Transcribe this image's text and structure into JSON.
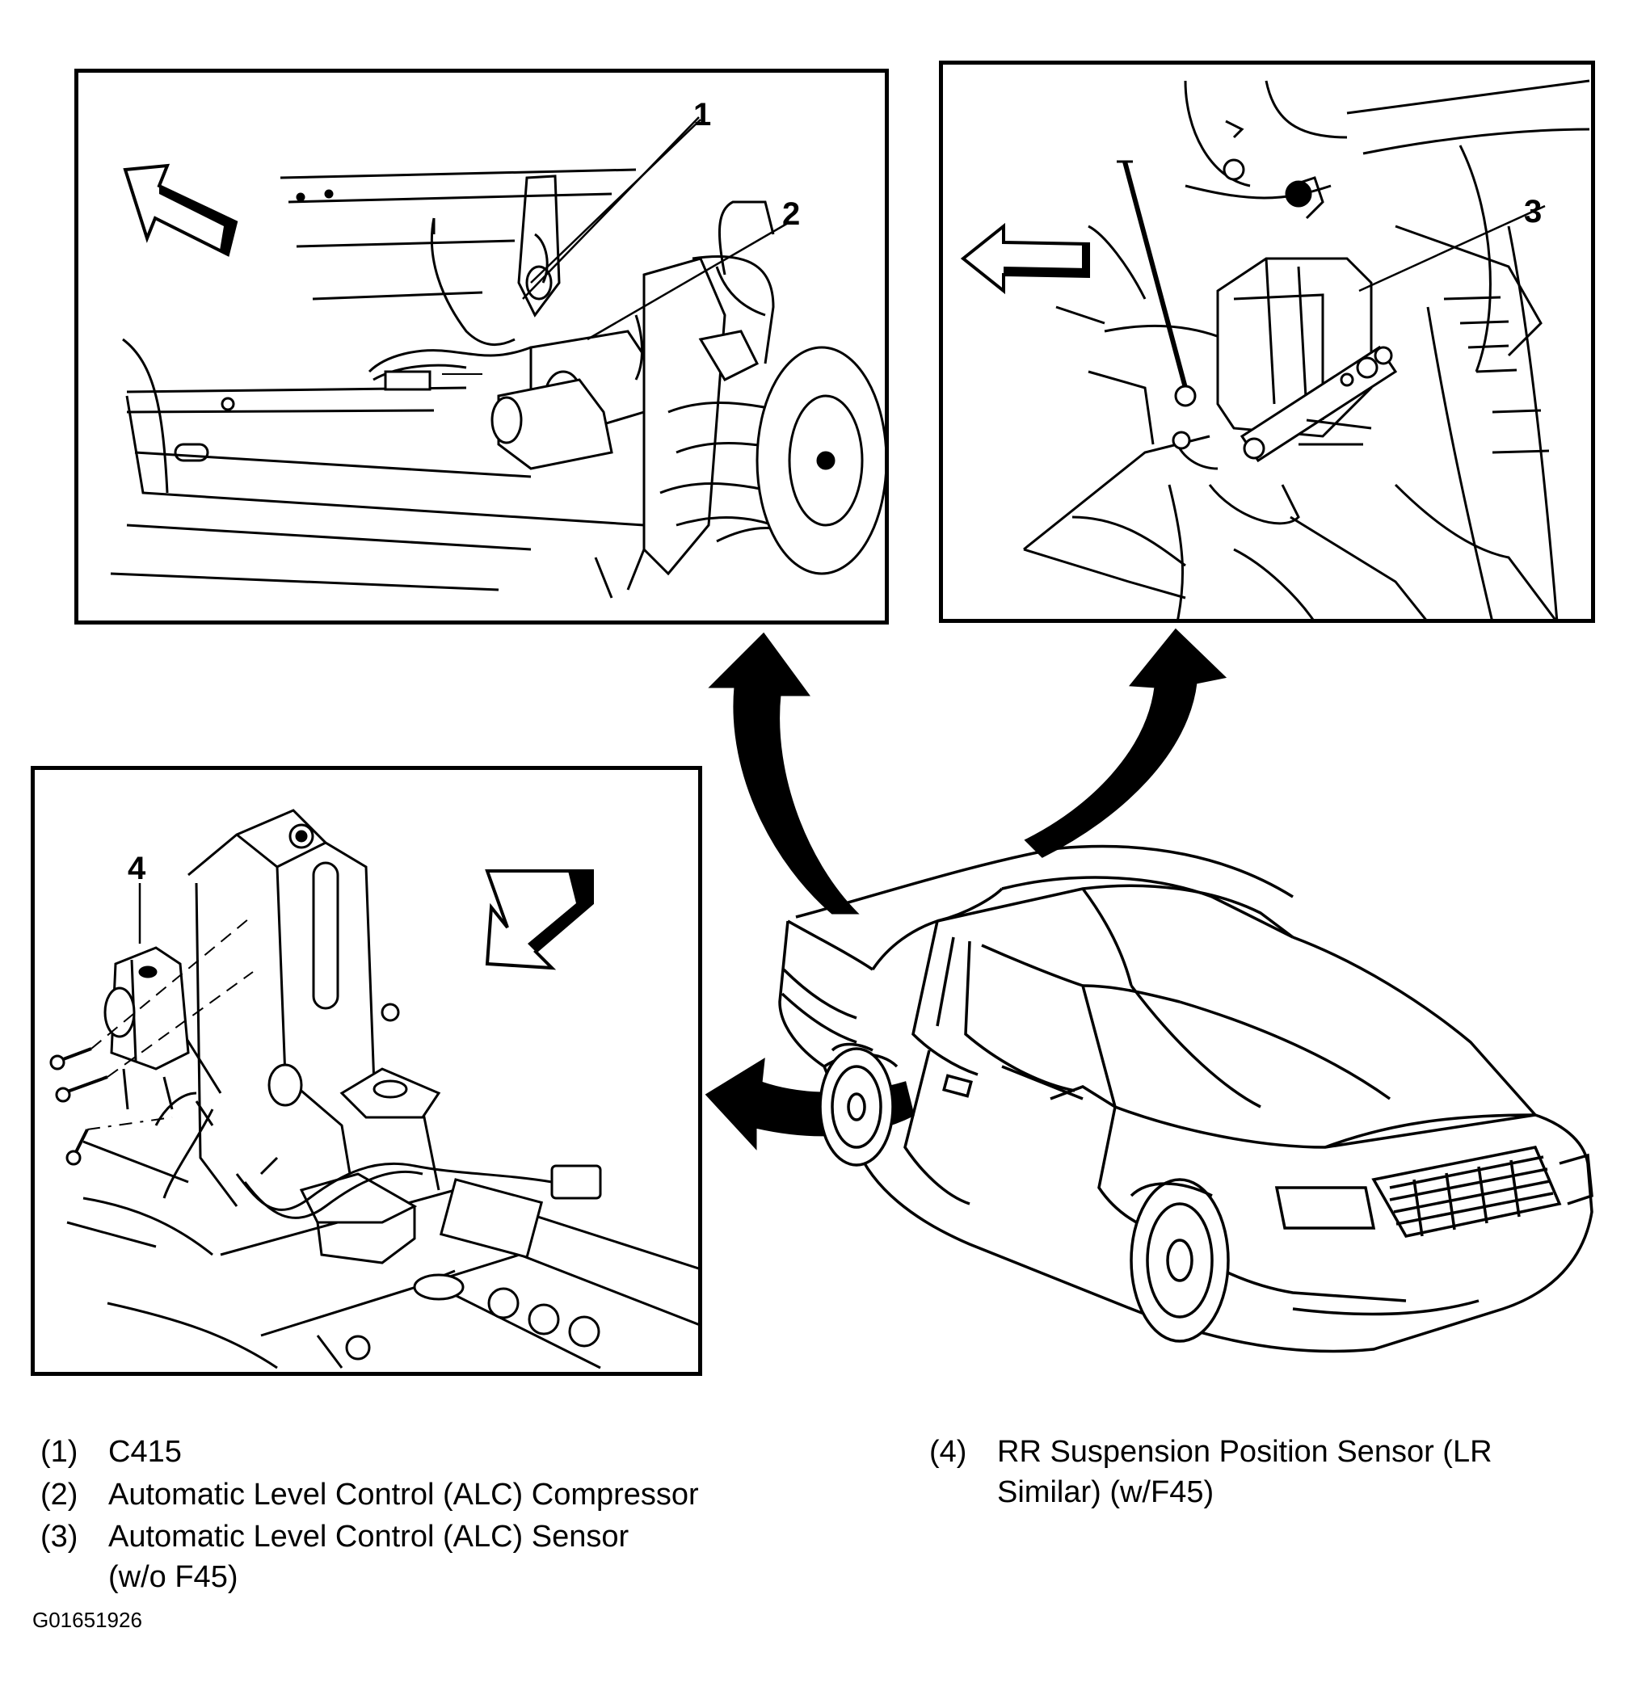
{
  "callouts": [
    "1",
    "2",
    "3",
    "4"
  ],
  "legend": [
    {
      "num": "(1)",
      "lines": [
        "C415"
      ]
    },
    {
      "num": "(2)",
      "lines": [
        "Automatic Level Control (ALC) Compressor"
      ]
    },
    {
      "num": "(3)",
      "lines": [
        "Automatic Level Control (ALC) Sensor",
        "(w/o F45)"
      ]
    },
    {
      "num": "(4)",
      "lines": [
        "RR Suspension Position Sensor (LR",
        "Similar) (w/F45)"
      ]
    }
  ],
  "figure_id": "G01651926",
  "colors": {
    "line": "#000000",
    "background": "#ffffff"
  },
  "icons": [
    "direction-arrow-icon",
    "pointer-arrow-icon"
  ]
}
